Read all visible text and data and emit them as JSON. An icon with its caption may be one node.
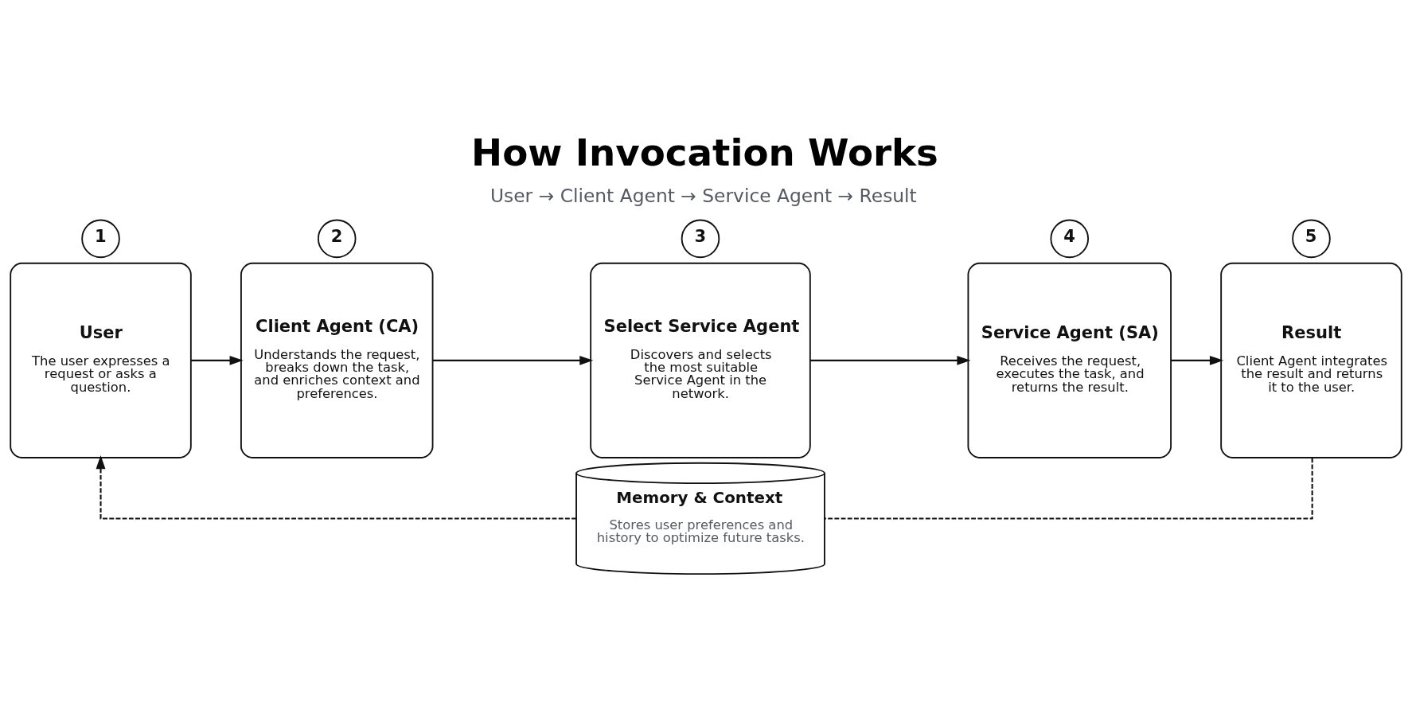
{
  "diagram": {
    "title": "How Invocation Works",
    "nodes": [
      {
        "text": [
          "1"
        ]
      },
      {
        "text": [
          "User",
          "The user expresses a request or asks a question."
        ]
      },
      {
        "text": [
          "2"
        ]
      },
      {
        "text": [
          "Client Agent (CA)",
          "Understands the request, breaks down the task, and enriches context and preferences."
        ]
      },
      {
        "text": [
          "3"
        ]
      },
      {
        "text": [
          "Select Service Agent",
          "Discovers and selects the most suitable Service Agent in the network."
        ]
      },
      {
        "text": [
          "4"
        ]
      },
      {
        "text": [
          "Service Agent (SA)",
          "Receives the request, executes the task, and returns the result."
        ]
      },
      {
        "text": [
          "5"
        ]
      },
      {
        "text": [
          "Result",
          "Client Agent integrates the result and returns it to the user."
        ]
      },
      {
        "text": [
          "Memory & Context",
          "Stores user preferences and history to optimize future tasks."
        ]
      }
    ],
    "edges": [
      {
        "from": 1,
        "to": 3,
        "arrow": "to"
      },
      {
        "from": 3,
        "to": 5,
        "arrow": "to"
      },
      {
        "from": 5,
        "to": 7,
        "arrow": "to"
      },
      {
        "from": 7,
        "to": 9,
        "arrow": "to"
      },
      {
        "from": 9,
        "to": 10,
        "arrow": "none",
        "style": "dashed"
      },
      {
        "from": 10,
        "to": 1,
        "arrow": "to",
        "style": "dashed"
      }
    ],
    "labels": [
      "User → Client Agent → Service Agent → Result"
    ]
  }
}
